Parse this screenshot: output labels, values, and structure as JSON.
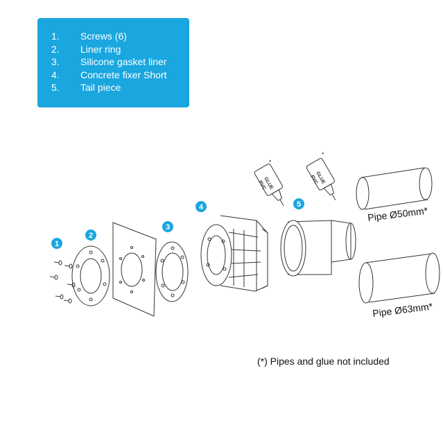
{
  "legend": {
    "items": [
      {
        "num": "1.",
        "label": "Screws (6)"
      },
      {
        "num": "2.",
        "label": "Liner ring"
      },
      {
        "num": "3.",
        "label": "Silicone gasket liner"
      },
      {
        "num": "4.",
        "label": "Concrete fixer Short"
      },
      {
        "num": "5.",
        "label": "Tail piece"
      }
    ]
  },
  "callouts": [
    "1",
    "2",
    "3",
    "4",
    "5"
  ],
  "glue": {
    "line1": "PVC",
    "line2": "GLUE",
    "asterisk": "*"
  },
  "pipes": {
    "small": "Pipe Ø50mm*",
    "large": "Pipe Ø63mm*"
  },
  "note": "(*) Pipes and glue not included",
  "colors": {
    "accent": "#1aa6de",
    "line": "#333333"
  }
}
